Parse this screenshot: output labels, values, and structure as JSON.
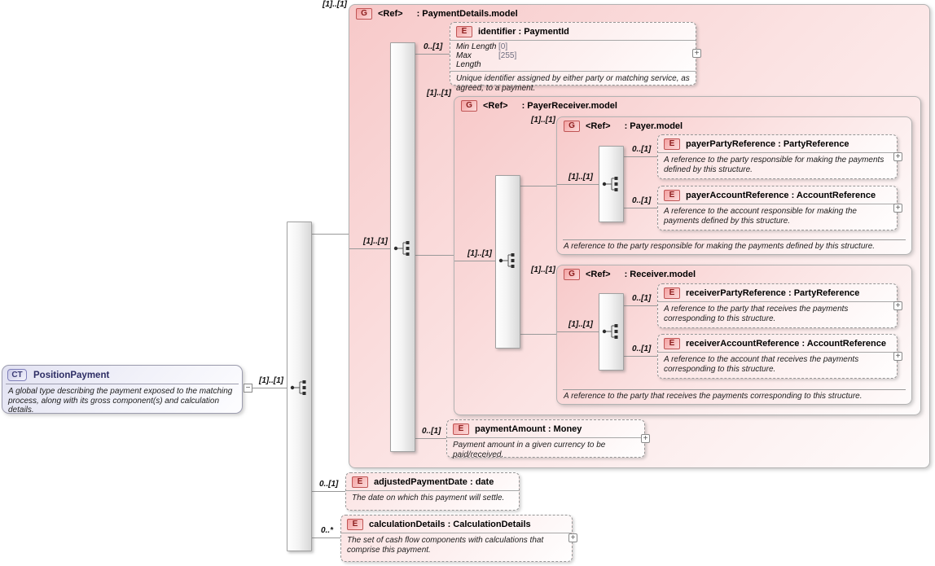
{
  "colors": {
    "group_fill": "#f7c9c9",
    "type_fill": "#e2e2f2",
    "badge_red": "#8c1e1e",
    "badge_blue": "#3a3a74"
  },
  "expand_symbol": "+",
  "collapse_symbol": "−",
  "root": {
    "badge": "CT",
    "title": "PositionPayment",
    "annotation": "A global type describing the payment exposed to the matching process, along with its gross component(s) and calculation details.",
    "cardinality": "[1]..[1]"
  },
  "groups": {
    "payment_details": {
      "badge": "G",
      "ref": "<Ref>",
      "title": ": PaymentDetails.model",
      "cardinality": "[1]..[1]",
      "inner_cardinality": "[1]..[1]"
    },
    "payer_receiver": {
      "badge": "G",
      "ref": "<Ref>",
      "title": ": PayerReceiver.model",
      "cardinality": "[1]..[1]",
      "inner_cardinality": "[1]..[1]"
    },
    "payer": {
      "badge": "G",
      "ref": "<Ref>",
      "title": ": Payer.model",
      "cardinality": "[1]..[1]",
      "inner_cardinality": "[1]..[1]",
      "footer_annotation": "A reference to the party responsible for making the payments defined by this structure."
    },
    "receiver": {
      "badge": "G",
      "ref": "<Ref>",
      "title": ": Receiver.model",
      "cardinality": "[1]..[1]",
      "inner_cardinality": "[1]..[1]",
      "footer_annotation": "A reference to the party that receives the payments corresponding to this structure."
    }
  },
  "elements": {
    "identifier": {
      "badge": "E",
      "title": "identifier : PaymentId",
      "cardinality": "0..[1]",
      "facets": [
        {
          "label": "Min Length",
          "value": "[0]"
        },
        {
          "label": "Max Length",
          "value": "[255]"
        }
      ],
      "annotation": "Unique identifier assigned by either party or matching service, as agreed, to a payment."
    },
    "payer_party_reference": {
      "badge": "E",
      "title": "payerPartyReference : PartyReference",
      "cardinality": "0..[1]",
      "annotation": "A reference to the party responsible for making the payments defined by this structure."
    },
    "payer_account_reference": {
      "badge": "E",
      "title": "payerAccountReference : AccountReference",
      "cardinality": "0..[1]",
      "annotation": "A reference to the account responsible for making the payments defined by this structure."
    },
    "receiver_party_reference": {
      "badge": "E",
      "title": "receiverPartyReference : PartyReference",
      "cardinality": "0..[1]",
      "annotation": "A reference to the party that receives the payments corresponding to this structure."
    },
    "receiver_account_reference": {
      "badge": "E",
      "title": "receiverAccountReference : AccountReference",
      "cardinality": "0..[1]",
      "annotation": "A reference to the account that receives the payments corresponding to this structure."
    },
    "payment_amount": {
      "badge": "E",
      "title": "paymentAmount : Money",
      "cardinality": "0..[1]",
      "annotation": "Payment amount in a given currency to be paid/received."
    },
    "adjusted_payment_date": {
      "badge": "E",
      "title": "adjustedPaymentDate : date",
      "cardinality": "0..[1]",
      "annotation": "The date on which this payment will settle."
    },
    "calculation_details": {
      "badge": "E",
      "title": "calculationDetails : CalculationDetails",
      "cardinality": "0..*",
      "annotation": "The set of cash flow components with calculations that comprise this payment."
    }
  }
}
